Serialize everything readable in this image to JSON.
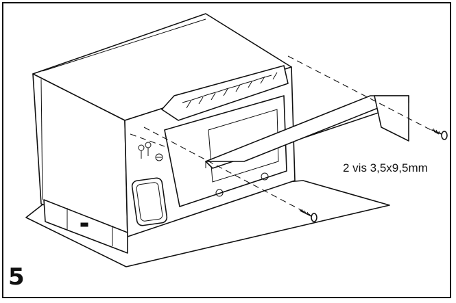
{
  "figure": {
    "step_number": "5",
    "screw_caption": "2 vis 3,5x9,5mm"
  },
  "icons": [
    "appliance-body-drawing",
    "deflector-panel-drawing",
    "screw-icon"
  ]
}
